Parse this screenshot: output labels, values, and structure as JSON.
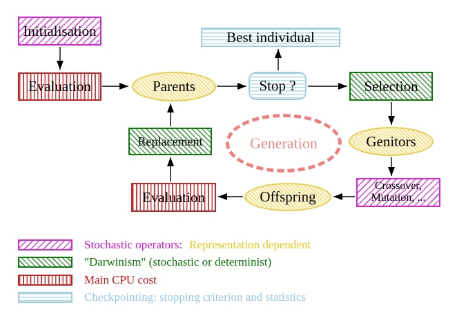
{
  "diagram": {
    "nodes": {
      "initialisation": "Initialisation",
      "evaluation_top": "Evaluation",
      "parents": "Parents",
      "stop": "Stop ?",
      "best_individual": "Best individual",
      "selection": "Selection",
      "replacement": "Replacement",
      "generation": "Generation",
      "genitors": "Genitors",
      "crossover_line1": "Crossover,",
      "crossover_line2": "Mutation, ...",
      "offspring": "Offspring",
      "evaluation_bottom": "Evaluation"
    },
    "edges": [
      "Initialisation -> Evaluation",
      "Evaluation -> Parents",
      "Parents -> Stop ?",
      "Stop ? -> Best individual",
      "Stop ? -> Selection",
      "Selection -> Genitors",
      "Genitors -> Crossover, Mutation, ...",
      "Crossover, Mutation, ... -> Offspring",
      "Offspring -> Evaluation",
      "Evaluation -> Replacement",
      "Replacement -> Parents"
    ]
  },
  "legend": {
    "items": [
      {
        "swatch": "magenta-diagonal-hatch",
        "label": "Stochastic operators:",
        "label2": "Representation dependent"
      },
      {
        "swatch": "green-diagonal-hatch",
        "label": "\"Darwinism\" (stochastic or determinist)"
      },
      {
        "swatch": "red-vertical-stripes",
        "label": "Main CPU cost"
      },
      {
        "swatch": "cyan-horizontal-stripes",
        "label": "Checkpointing: stopping criterion and statistics"
      }
    ]
  },
  "colors": {
    "magenta": "#D12BD1",
    "green": "#0E7A0E",
    "red": "#C02525",
    "cyan": "#A2CFE0",
    "yellow_border": "#E4CF52",
    "salmon": "#F08080",
    "gold_text": "#E8C520",
    "arrow": "#000000"
  }
}
